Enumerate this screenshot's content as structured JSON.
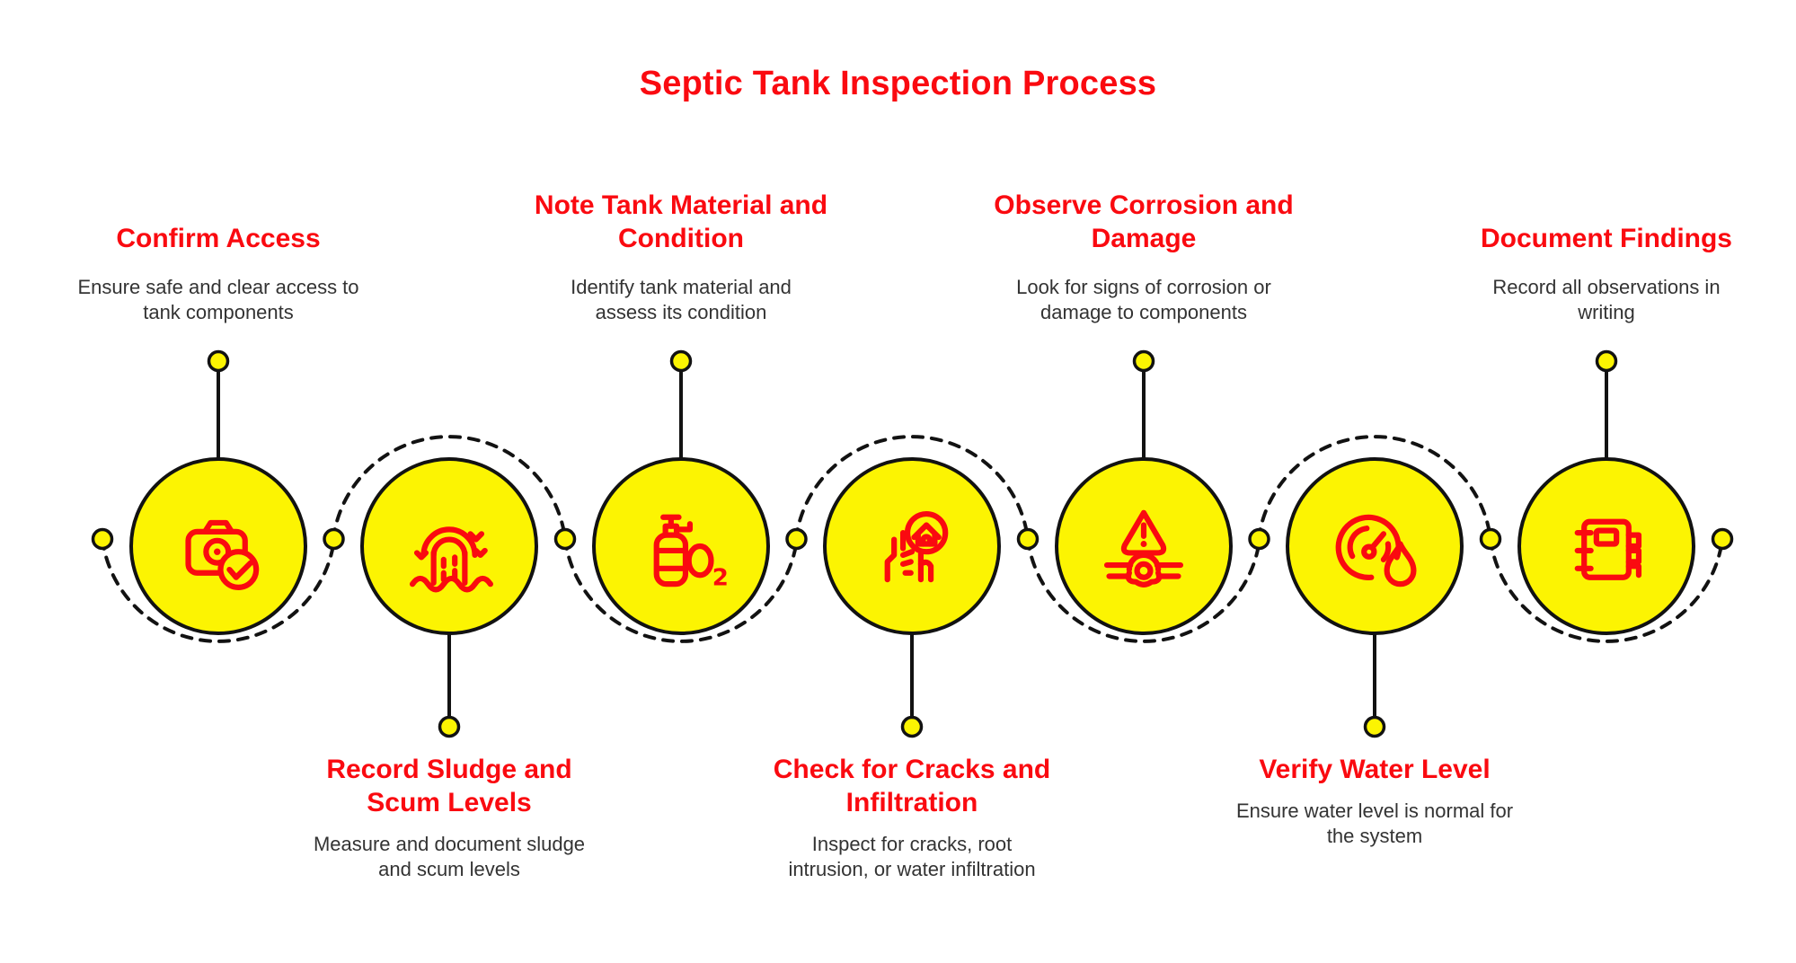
{
  "title": "Septic Tank Inspection Process",
  "colors": {
    "accent_red": "#fa0a10",
    "circle_yellow": "#fcf402",
    "outline_black": "#121212",
    "body_text": "#333333",
    "background": "#ffffff"
  },
  "steps": [
    {
      "title": "Confirm Access",
      "description": "Ensure safe and clear access to\ntank components",
      "icon": "camera-check-icon",
      "label_position": "top"
    },
    {
      "title": "Record Sludge and\nScum Levels",
      "description": "Measure and document sludge\nand scum levels",
      "icon": "sludge-waterfall-icon",
      "label_position": "bottom"
    },
    {
      "title": "Note Tank Material and\nCondition",
      "description": "Identify tank material and\nassess its condition",
      "icon": "oxygen-tank-icon",
      "icon_subscript": "2",
      "label_position": "top"
    },
    {
      "title": "Check for Cracks and\nInfiltration",
      "description": "Inspect for cracks, root\nintrusion, or water infiltration",
      "icon": "wall-crack-house-icon",
      "label_position": "bottom"
    },
    {
      "title": "Observe Corrosion and\nDamage",
      "description": "Look for signs of corrosion or\ndamage to components",
      "icon": "corrosion-warning-icon",
      "label_position": "top"
    },
    {
      "title": "Verify Water Level",
      "description": "Ensure water level is normal for\nthe system",
      "icon": "water-level-gauge-icon",
      "label_position": "bottom"
    },
    {
      "title": "Document Findings",
      "description": "Record all observations in\nwriting",
      "icon": "notebook-icon",
      "label_position": "top"
    }
  ]
}
